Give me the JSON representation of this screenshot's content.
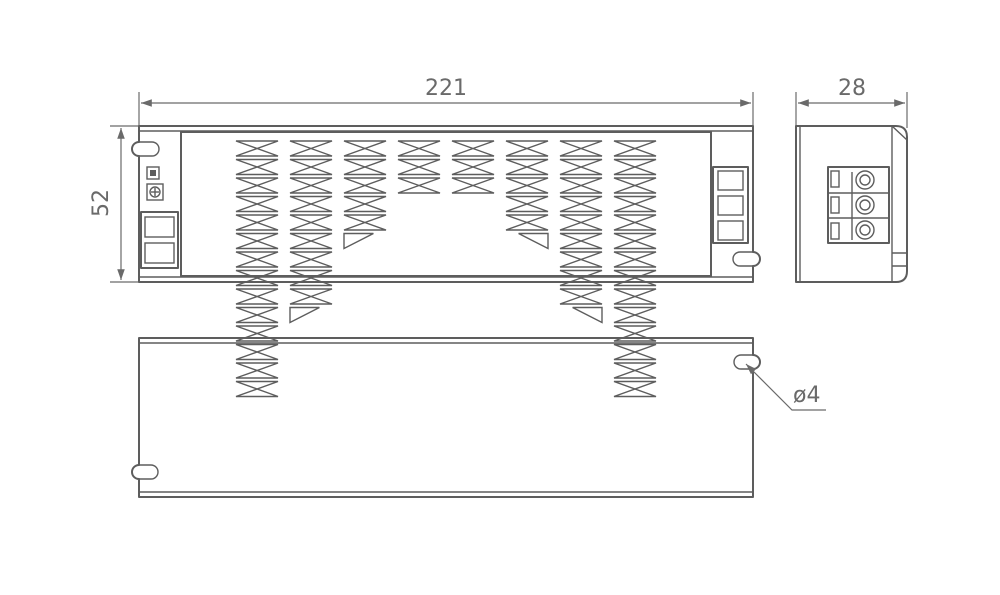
{
  "dimensions": {
    "length": "221",
    "height": "52",
    "width": "28",
    "hole": "ø4"
  },
  "colors": {
    "line": "#5d5d5d",
    "dimension": "#6a6a6a"
  },
  "vent_columns": [
    {
      "cells": [
        1,
        1,
        1,
        1,
        1,
        1,
        1,
        1,
        1,
        1,
        1,
        1,
        1,
        1
      ]
    },
    {
      "cells": [
        1,
        1,
        1,
        1,
        1,
        1,
        1,
        1,
        1,
        0.5
      ]
    },
    {
      "cells": [
        1,
        1,
        1,
        1,
        1,
        0.5
      ]
    },
    {
      "cells": [
        1,
        1,
        1
      ]
    },
    {
      "cells": [
        1,
        1,
        1
      ]
    },
    {
      "cells": [
        1,
        1,
        1,
        1,
        1,
        0.5
      ]
    },
    {
      "cells": [
        1,
        1,
        1,
        1,
        1,
        1,
        1,
        1,
        1,
        0.5
      ]
    },
    {
      "cells": [
        1,
        1,
        1,
        1,
        1,
        1,
        1,
        1,
        1,
        1,
        1,
        1,
        1,
        1
      ]
    }
  ]
}
